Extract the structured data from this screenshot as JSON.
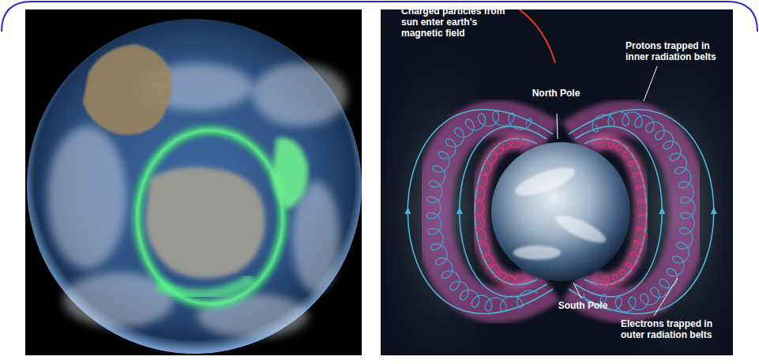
{
  "diagram": {
    "labels": [
      "Charged particles from sun enter earth's magnetic field",
      "North Pole",
      "Protons trapped in inner radiation belts",
      "South Pole",
      "Electrons trapped in outer radiation belts"
    ]
  }
}
